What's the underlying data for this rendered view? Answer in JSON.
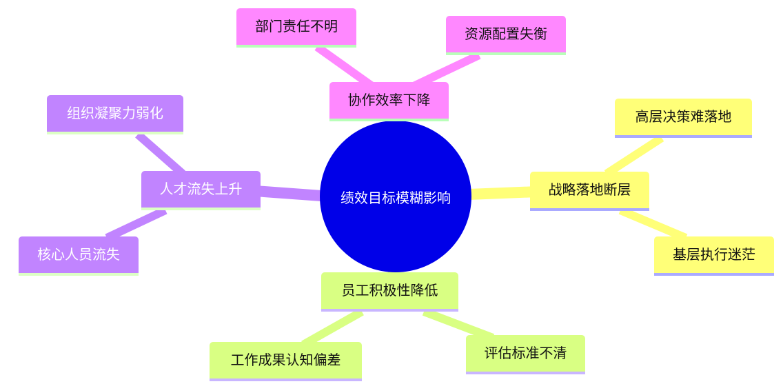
{
  "root": {
    "label": "绩效目标模糊影响",
    "color": "#0000e8"
  },
  "branches": [
    {
      "label": "协作效率下降",
      "color": "#ff88ff",
      "children": [
        "部门责任不明",
        "资源配置失衡"
      ]
    },
    {
      "label": "人才流失上升",
      "color": "#c184ff",
      "children": [
        "组织凝聚力弱化",
        "核心人员流失"
      ]
    },
    {
      "label": "战略落地断层",
      "color": "#ffff78",
      "children": [
        "高层决策难落地",
        "基层执行迷茫"
      ]
    },
    {
      "label": "员工积极性降低",
      "color": "#d9ff83",
      "children": [
        "工作成果认知偏差",
        "评估标准不清"
      ]
    }
  ]
}
